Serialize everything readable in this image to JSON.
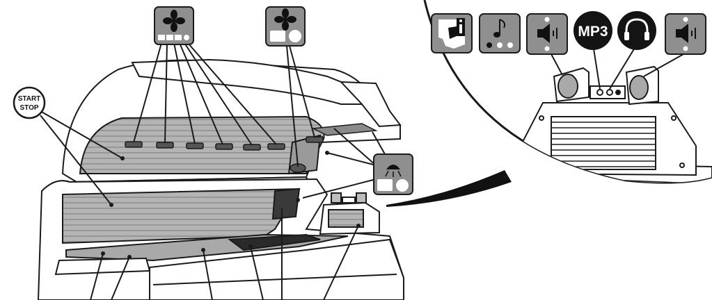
{
  "labels": {
    "start_stop_line1": "START",
    "start_stop_line2": "STOP",
    "mp3": "MP3"
  },
  "icons": {
    "body_fans": "fan-icon",
    "face_fan": "fan-icon",
    "light": "facial-lamp-icon",
    "info": "info-speech-icon",
    "music": "music-note-icon",
    "volume_left": "speaker-volume-icon",
    "mp3": "mp3-icon",
    "headphones": "headphones-icon",
    "volume_right": "speaker-volume-icon"
  },
  "colors": {
    "line": "#1a1a1a",
    "panel_gray": "#a7a7a7",
    "icon_bg": "#8f8f8f",
    "dark": "#141414"
  }
}
